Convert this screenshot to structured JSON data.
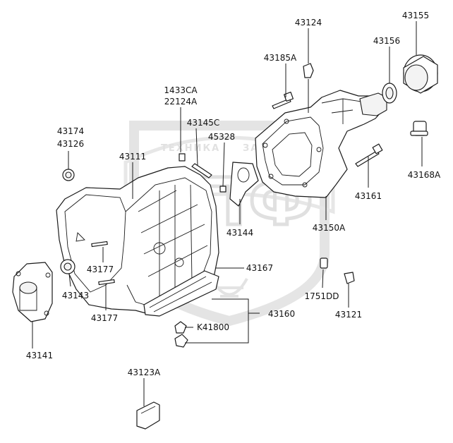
{
  "watermark": {
    "left_word": "ТЕХНИКА",
    "right_word": "ЗАПЧАСТИ",
    "emblem_letters": "ЗПФ"
  },
  "labels": {
    "p43124": "43124",
    "p43155": "43155",
    "p43156": "43156",
    "p43185A": "43185A",
    "p1433CA": "1433CA",
    "p22124A": "22124A",
    "p43145C": "43145C",
    "p45328": "45328",
    "p43174": "43174",
    "p43126": "43126",
    "p43111": "43111",
    "p43168A": "43168A",
    "p43161": "43161",
    "p43144": "43144",
    "p43150A": "43150A",
    "p43177a": "43177",
    "p43167": "43167",
    "p43143": "43143",
    "p43177b": "43177",
    "p1751DD": "1751DD",
    "p43121": "43121",
    "p43160": "43160",
    "pK41800": "K41800",
    "p43141": "43141",
    "p43123A": "43123A"
  }
}
